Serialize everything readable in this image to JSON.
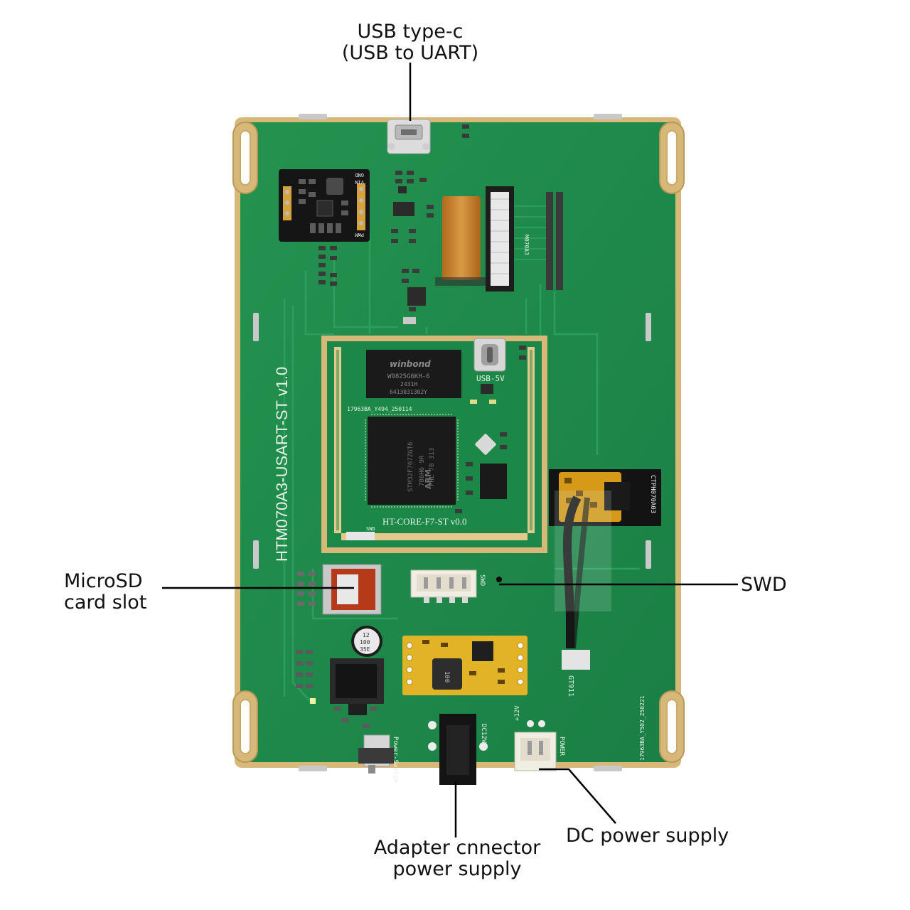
{
  "callouts": {
    "usb_uart": {
      "line1": "USB type-c",
      "line2": "(USB to UART)"
    },
    "microsd": {
      "line1": "MicroSD",
      "line2": "card slot"
    },
    "swd": {
      "label": "SWD"
    },
    "adapter": {
      "line1": "Adapter cnnector",
      "line2": "power supply"
    },
    "dc_supply": {
      "label": "DC power supply"
    }
  },
  "board": {
    "name": "HTM070A3-USART-ST v1.0",
    "core_module": "HT-CORE-F7-ST  v0.0",
    "core_code": "17963BA_Y494_250114",
    "board_code": "17963BA_Y502_250221",
    "usb_label": "USB-5V",
    "swd_header": "SWD",
    "swd_connector": "SWD",
    "ctp_label": "CTPH070A03",
    "power_switch": "Power-Switch",
    "dc12v": "DC12V",
    "plus12v": "+12V",
    "power_label": "POWER",
    "gt911": "GT911",
    "m070a3": "M070A3",
    "mod_pins": [
      "GND",
      "VIN",
      "PWM"
    ]
  },
  "chips": {
    "sdram_brand": "winbond",
    "sdram_part": "W9825G6KH-6",
    "sdram_date": "2431H",
    "sdram_lot": "6413031302Y",
    "mcu_line1": "STM32F767ZGT6",
    "mcu_line2": "786H6 9R",
    "mcu_line3": "PHL 7B 313",
    "mcu_brand": "ARM",
    "inductor": "100",
    "cap_line1": "12",
    "cap_line2": "100",
    "cap_line3": "35E"
  },
  "colors": {
    "pcb": "#1f8a4c",
    "pcb_dark": "#166b3a",
    "gold": "#d8b878",
    "silk": "#e8efe8"
  }
}
